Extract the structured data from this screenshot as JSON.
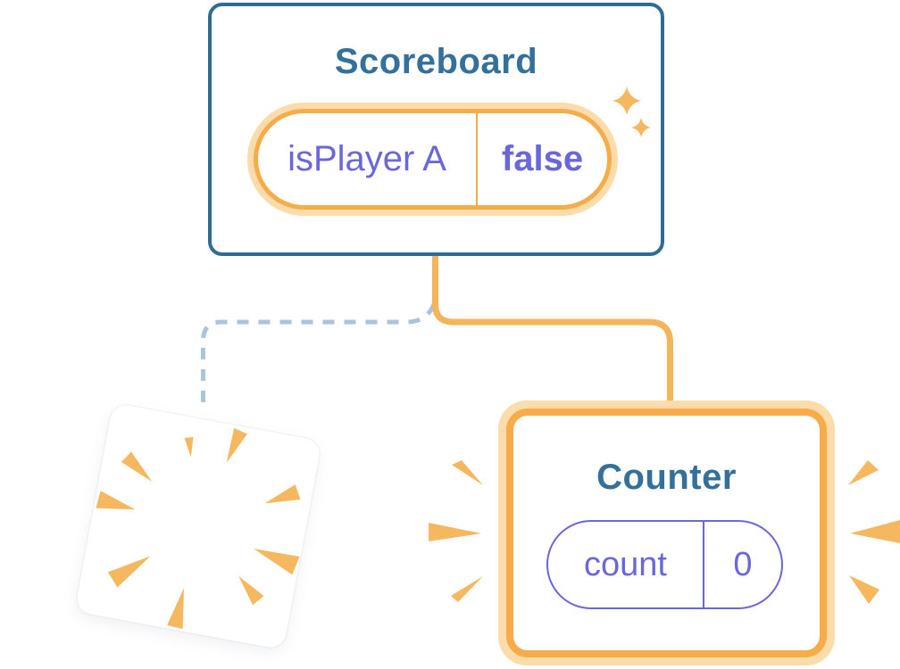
{
  "scoreboard": {
    "title": "Scoreboard",
    "state": {
      "name": "isPlayer A",
      "value": "false"
    }
  },
  "counter": {
    "title": "Counter",
    "state": {
      "name": "count",
      "value": "0"
    }
  },
  "icons": {
    "sparkles": "sparkle-icon",
    "counter_emphasis": "burst-rays-icon",
    "destroyed_component": "explosion-rays-icon"
  },
  "colors": {
    "orange": "#F6AC49",
    "orange_halo": "#FBDCAA",
    "orange_line": "#F6B45A",
    "burst_orange": "#F6B85E",
    "purple": "#6A66DC",
    "title_blue": "#33709C",
    "card_border_blue": "#2D6C94",
    "dashed_blue": "#A9C4DC",
    "card_bg": "#FFFFFF"
  }
}
